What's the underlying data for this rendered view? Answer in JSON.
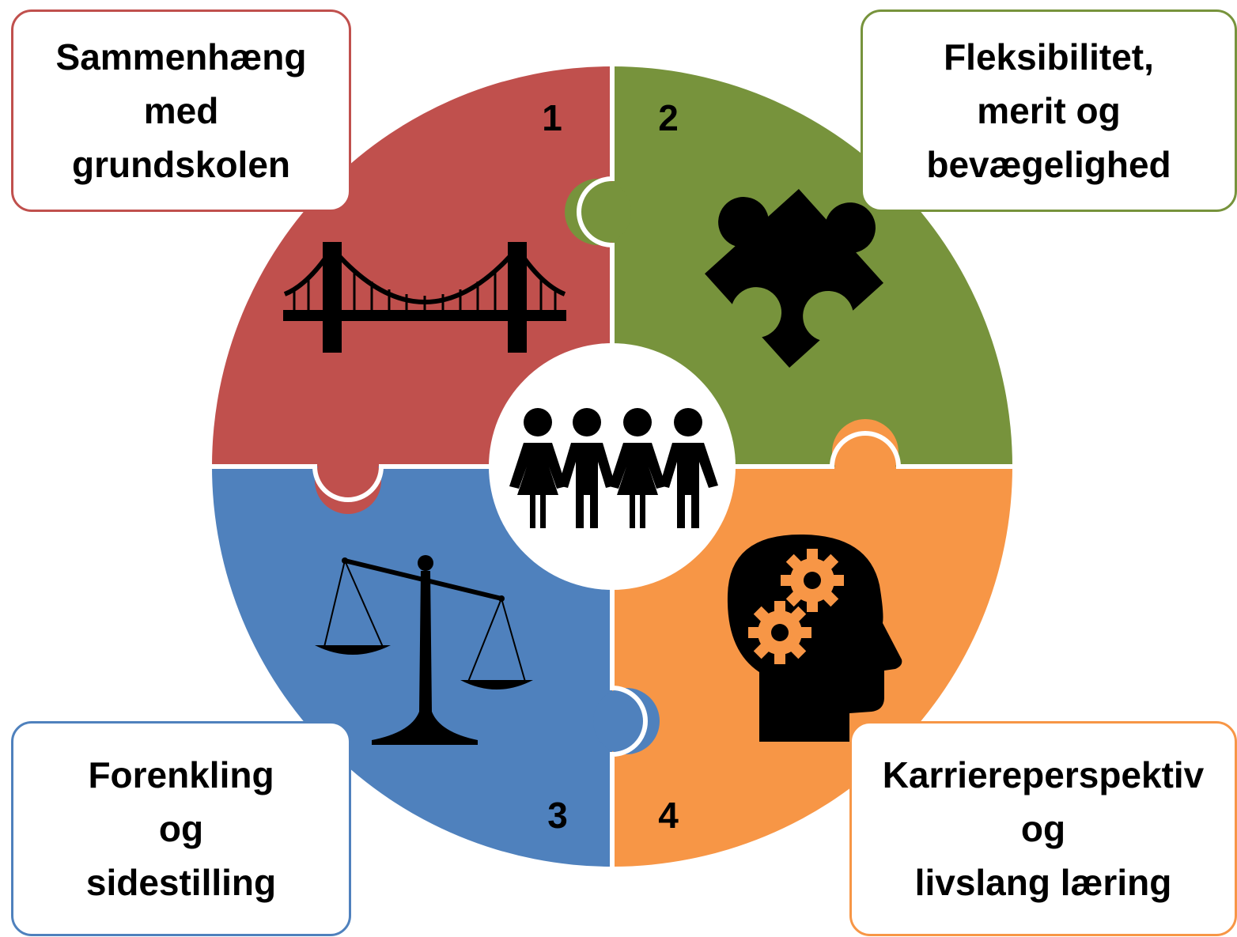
{
  "segments": [
    {
      "number": "1",
      "lines": [
        "Sammenhæng",
        "med",
        "grundskolen"
      ],
      "color": "#c0504d",
      "icon": "bridge-icon"
    },
    {
      "number": "2",
      "lines": [
        "Fleksibilitet,",
        "merit og",
        "bevægelighed"
      ],
      "color": "#77933c",
      "icon": "puzzle-piece-icon"
    },
    {
      "number": "3",
      "lines": [
        "Forenkling",
        "og",
        "sidestilling"
      ],
      "color": "#4f81bd",
      "icon": "balance-scale-icon"
    },
    {
      "number": "4",
      "lines": [
        "Karriereperspektiv",
        "og",
        "livslang læring"
      ],
      "color": "#f79646",
      "icon": "head-gears-icon"
    }
  ],
  "center": {
    "icon": "people-group-icon"
  }
}
